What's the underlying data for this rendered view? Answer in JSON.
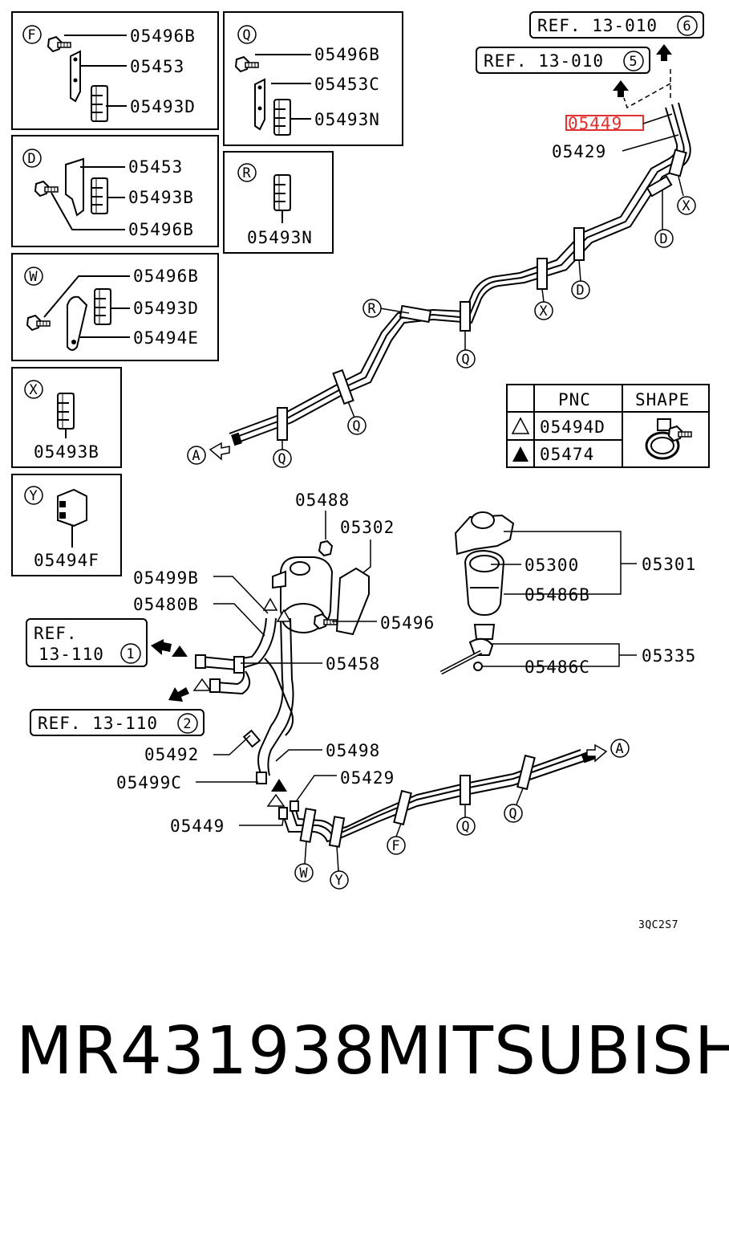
{
  "diagram": {
    "boxes": {
      "F": {
        "key": "F",
        "parts": [
          "05496B",
          "05453",
          "05493D"
        ]
      },
      "Q": {
        "key": "Q",
        "parts": [
          "05496B",
          "05453C",
          "05493N"
        ]
      },
      "D": {
        "key": "D",
        "parts": [
          "05453",
          "05493B",
          "05496B"
        ]
      },
      "R": {
        "key": "R",
        "parts": [
          "05493N"
        ]
      },
      "W": {
        "key": "W",
        "parts": [
          "05496B",
          "05493D",
          "05494E"
        ]
      },
      "X": {
        "key": "X",
        "parts": [
          "05493B"
        ]
      },
      "Y": {
        "key": "Y",
        "parts": [
          "05494F"
        ]
      }
    },
    "legend": {
      "header_pnc": "PNC",
      "header_shape": "SHAPE",
      "rows": [
        {
          "symbol": "open-triangle",
          "pnc": "05494D"
        },
        {
          "symbol": "filled-triangle",
          "pnc": "05474"
        }
      ]
    },
    "refs": {
      "ref6": {
        "text": "REF. 13-010",
        "num": "6"
      },
      "ref5": {
        "text": "REF. 13-010",
        "num": "5"
      },
      "ref1_line1": "REF.",
      "ref1_line2": "13-110",
      "ref1_num": "1",
      "ref2": {
        "text": "REF. 13-110",
        "num": "2"
      }
    },
    "part_labels": {
      "highlighted": "05449",
      "p05429_top": "05429",
      "p05488": "05488",
      "p05302": "05302",
      "p05300": "05300",
      "p05301": "05301",
      "p05486B": "05486B",
      "p05499B": "05499B",
      "p05480B": "05480B",
      "p05496": "05496",
      "p05458": "05458",
      "p05335": "05335",
      "p05486C": "05486C",
      "p05492": "05492",
      "p05498": "05498",
      "p05499C": "05499C",
      "p05429_bottom": "05429",
      "p05449_bottom": "05449"
    },
    "callouts": [
      "X",
      "D",
      "D",
      "X",
      "R",
      "Q",
      "Q",
      "Q",
      "A",
      "A",
      "F",
      "Q",
      "Q",
      "W",
      "Y"
    ],
    "drawing_code": "3QC2S7",
    "highlight_color": "#e03030"
  },
  "footer": {
    "part_number": "MR431938",
    "brand": "MITSUBISHI"
  }
}
